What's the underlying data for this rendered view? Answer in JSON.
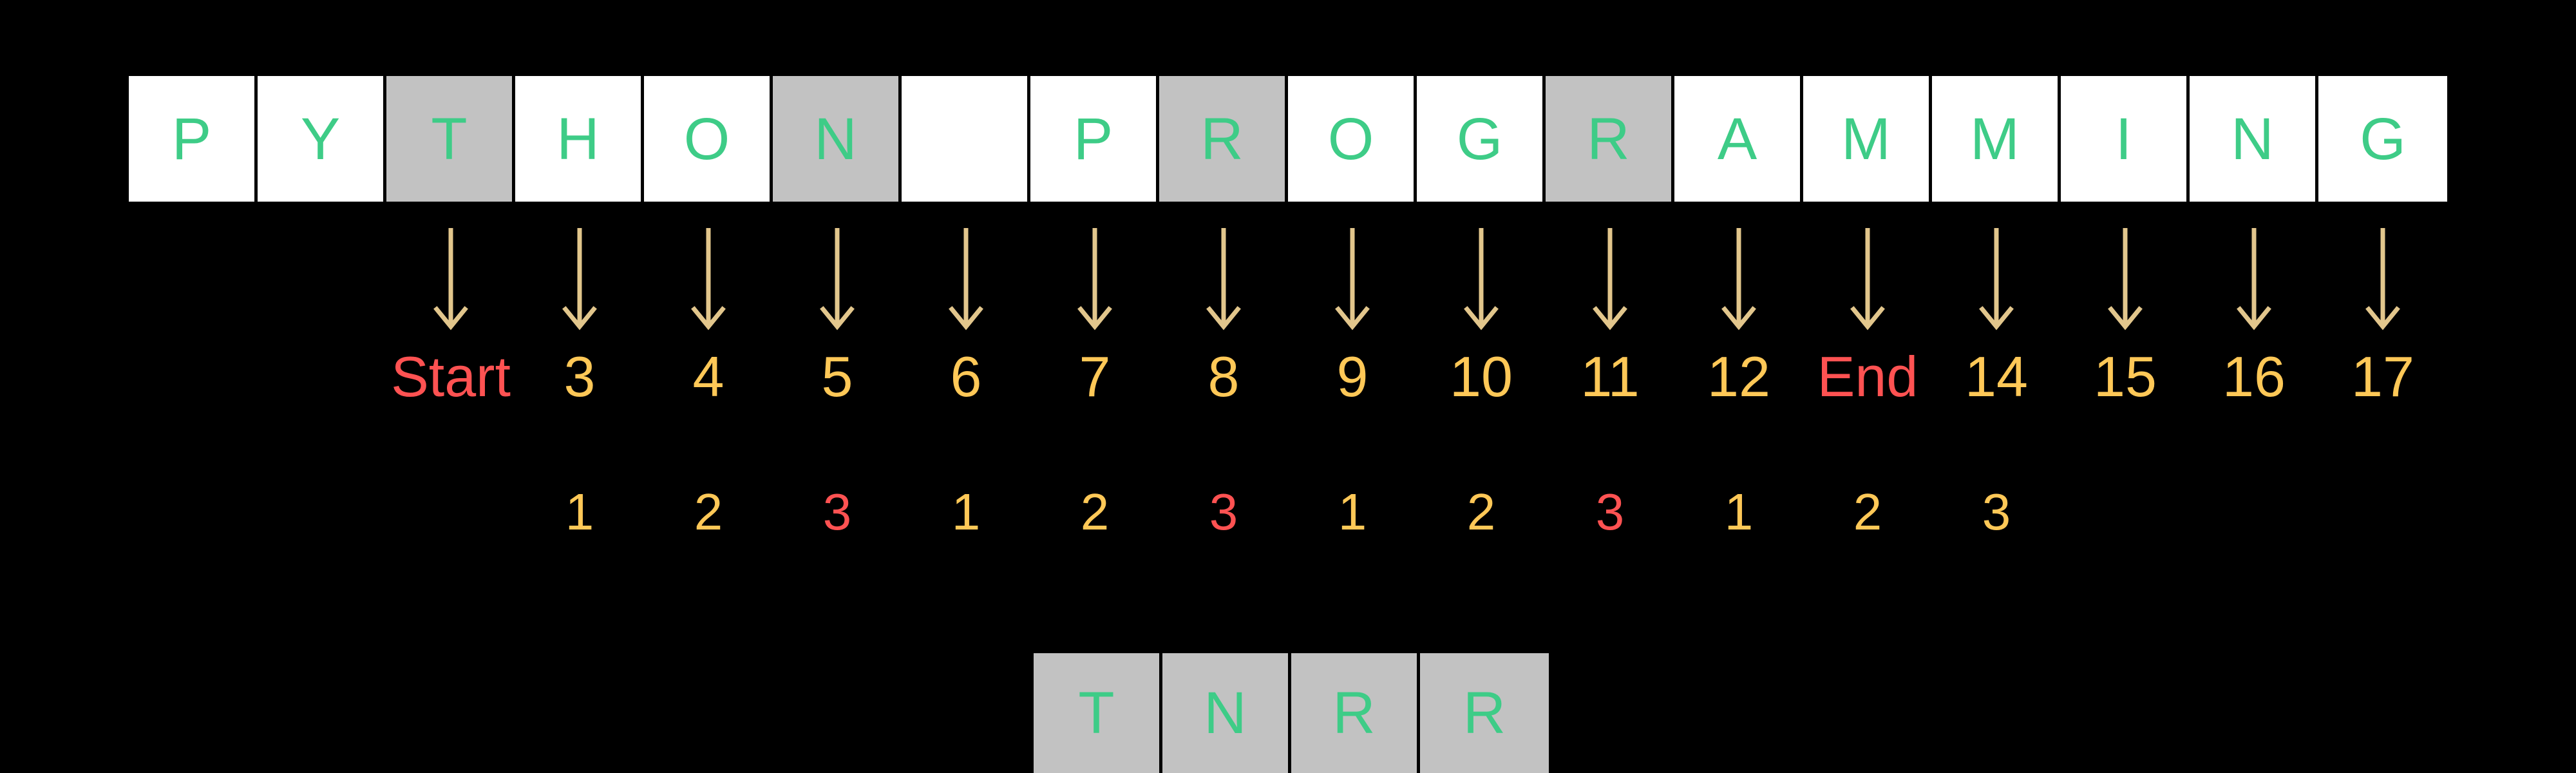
{
  "colors": {
    "background": "#000000",
    "cell_fill": "#FFFFFF",
    "cell_highlight": "#C2C2C2",
    "char_text": "#3ECC87",
    "index_text": "#FFC857",
    "marker_text": "#FF5252",
    "arrow": "#E2C68C"
  },
  "string_row": {
    "cells": [
      {
        "char": "P",
        "highlight": false
      },
      {
        "char": "Y",
        "highlight": false
      },
      {
        "char": "T",
        "highlight": true
      },
      {
        "char": "H",
        "highlight": false
      },
      {
        "char": "O",
        "highlight": false
      },
      {
        "char": "N",
        "highlight": true
      },
      {
        "char": " ",
        "highlight": false
      },
      {
        "char": "P",
        "highlight": false
      },
      {
        "char": "R",
        "highlight": true
      },
      {
        "char": "O",
        "highlight": false
      },
      {
        "char": "G",
        "highlight": false
      },
      {
        "char": "R",
        "highlight": true
      },
      {
        "char": "A",
        "highlight": false
      },
      {
        "char": "M",
        "highlight": false
      },
      {
        "char": "M",
        "highlight": false
      },
      {
        "char": "I",
        "highlight": false
      },
      {
        "char": "N",
        "highlight": false
      },
      {
        "char": "G",
        "highlight": false
      }
    ]
  },
  "arrows": {
    "count": 16,
    "icon": "arrow-down-icon",
    "first_cell_index": 2
  },
  "index_row": {
    "labels": [
      {
        "text": "Start",
        "cell": 2,
        "marker": true
      },
      {
        "text": "3",
        "cell": 3,
        "marker": false
      },
      {
        "text": "4",
        "cell": 4,
        "marker": false
      },
      {
        "text": "5",
        "cell": 5,
        "marker": false
      },
      {
        "text": "6",
        "cell": 6,
        "marker": false
      },
      {
        "text": "7",
        "cell": 7,
        "marker": false
      },
      {
        "text": "8",
        "cell": 8,
        "marker": false
      },
      {
        "text": "9",
        "cell": 9,
        "marker": false
      },
      {
        "text": "10",
        "cell": 10,
        "marker": false
      },
      {
        "text": "11",
        "cell": 11,
        "marker": false
      },
      {
        "text": "12",
        "cell": 12,
        "marker": false
      },
      {
        "text": "End",
        "cell": 13,
        "marker": true
      },
      {
        "text": "14",
        "cell": 14,
        "marker": false
      },
      {
        "text": "15",
        "cell": 15,
        "marker": false
      },
      {
        "text": "16",
        "cell": 16,
        "marker": false
      },
      {
        "text": "17",
        "cell": 17,
        "marker": false
      }
    ]
  },
  "counter_row": {
    "labels": [
      {
        "text": "1",
        "cell": 3,
        "reset": false
      },
      {
        "text": "2",
        "cell": 4,
        "reset": false
      },
      {
        "text": "3",
        "cell": 5,
        "reset": true
      },
      {
        "text": "1",
        "cell": 6,
        "reset": false
      },
      {
        "text": "2",
        "cell": 7,
        "reset": false
      },
      {
        "text": "3",
        "cell": 8,
        "reset": true
      },
      {
        "text": "1",
        "cell": 9,
        "reset": false
      },
      {
        "text": "2",
        "cell": 10,
        "reset": false
      },
      {
        "text": "3",
        "cell": 11,
        "reset": true
      },
      {
        "text": "1",
        "cell": 12,
        "reset": false
      },
      {
        "text": "2",
        "cell": 13,
        "reset": false
      },
      {
        "text": "3",
        "cell": 14,
        "reset": false
      }
    ]
  },
  "result_row": {
    "cells": [
      {
        "char": "T"
      },
      {
        "char": "N"
      },
      {
        "char": "R"
      },
      {
        "char": "R"
      }
    ]
  }
}
